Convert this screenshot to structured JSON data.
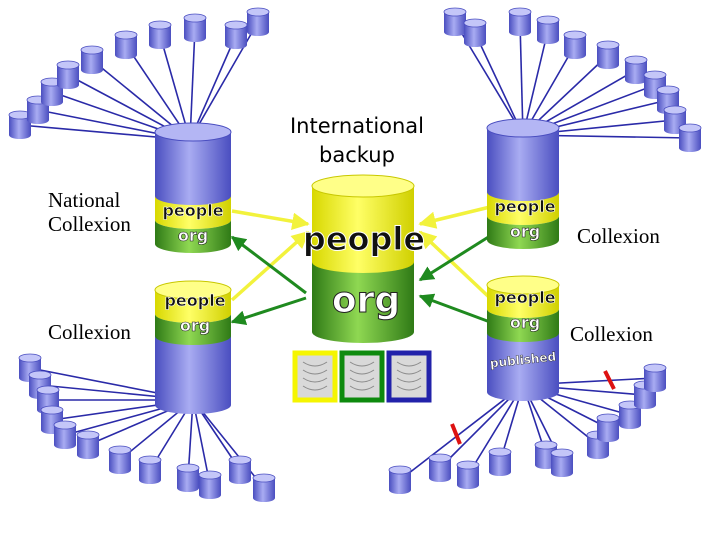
{
  "title": {
    "line1": "International",
    "line2": "backup"
  },
  "labels": {
    "national_collexion": {
      "line1": "National",
      "line2": "Collexion"
    },
    "collexion_left": "Collexion",
    "collexion_right_top": "Collexion",
    "collexion_right_bottom": "Collexion"
  },
  "wordart": {
    "people": "people",
    "org": "org",
    "published": "published"
  },
  "icons": {
    "main_cylinder": "database-cylinder-icon",
    "small_cylinder": "database-cylinder-icon",
    "sample_image": "fingerprint-image-icon",
    "broken_link": "broken-link-icon"
  },
  "colors": {
    "cylinder_blue": "#8a8ee6",
    "cylinder_blue_dark": "#4a4ec0",
    "people_yellow": "#ffff33",
    "org_green": "#4fa82a",
    "connector_blue": "#2a2aa8",
    "arrow_yellow": "#f2f23c",
    "arrow_green": "#1f8a1f",
    "broken_red": "#dd1111",
    "frame_yellow": "#f5f500",
    "frame_green": "#0e8a0e",
    "frame_blue": "#2222aa"
  }
}
